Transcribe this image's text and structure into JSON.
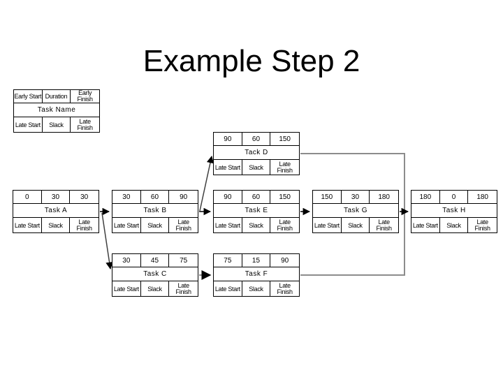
{
  "slide": {
    "title": "Example Step 2"
  },
  "colors": {
    "background": "#ffffff",
    "box_border": "#000000",
    "text": "#000000",
    "arrow_black": "#000000",
    "connector_dark": "#404040",
    "connector_gray": "#8c8c8c"
  },
  "legend_box": {
    "r1": [
      "Early Start",
      "Duration",
      "Early\nFinish"
    ],
    "name": "Task Name",
    "r3": [
      "Late Start",
      "Slack",
      "Late\nFinish"
    ]
  },
  "tasks": [
    {
      "key": "A",
      "name": "Task A",
      "r1": [
        "0",
        "30",
        "30"
      ],
      "r3": [
        "Late Start",
        "Slack",
        "Late\nFinish"
      ]
    },
    {
      "key": "B",
      "name": "Task B",
      "r1": [
        "30",
        "60",
        "90"
      ],
      "r3": [
        "Late Start",
        "Slack",
        "Late\nFinish"
      ]
    },
    {
      "key": "C",
      "name": "Task C",
      "r1": [
        "30",
        "45",
        "75"
      ],
      "r3": [
        "Late Start",
        "Slack",
        "Late\nFinish"
      ]
    },
    {
      "key": "D",
      "name": "Tack D",
      "r1": [
        "90",
        "60",
        "150"
      ],
      "r3": [
        "Late Start",
        "Slack",
        "Late\nFinish"
      ]
    },
    {
      "key": "E",
      "name": "Task E",
      "r1": [
        "90",
        "60",
        "150"
      ],
      "r3": [
        "Late Start",
        "Slack",
        "Late\nFinish"
      ]
    },
    {
      "key": "F",
      "name": "Task F",
      "r1": [
        "75",
        "15",
        "90"
      ],
      "r3": [
        "Late Start",
        "Slack",
        "Late\nFinish"
      ]
    },
    {
      "key": "G",
      "name": "Task G",
      "r1": [
        "150",
        "30",
        "180"
      ],
      "r3": [
        "Late Start",
        "Slack",
        "Late\nFinish"
      ]
    },
    {
      "key": "H",
      "name": "Task H",
      "r1": [
        "180",
        "0",
        "180"
      ],
      "r3": [
        "Late Start",
        "Slack",
        "Late\nFinish"
      ]
    }
  ],
  "connections": [
    "A→B",
    "A→C",
    "B→D",
    "B→E",
    "C→F",
    "E→G",
    "D→H",
    "F→H",
    "G→H"
  ]
}
